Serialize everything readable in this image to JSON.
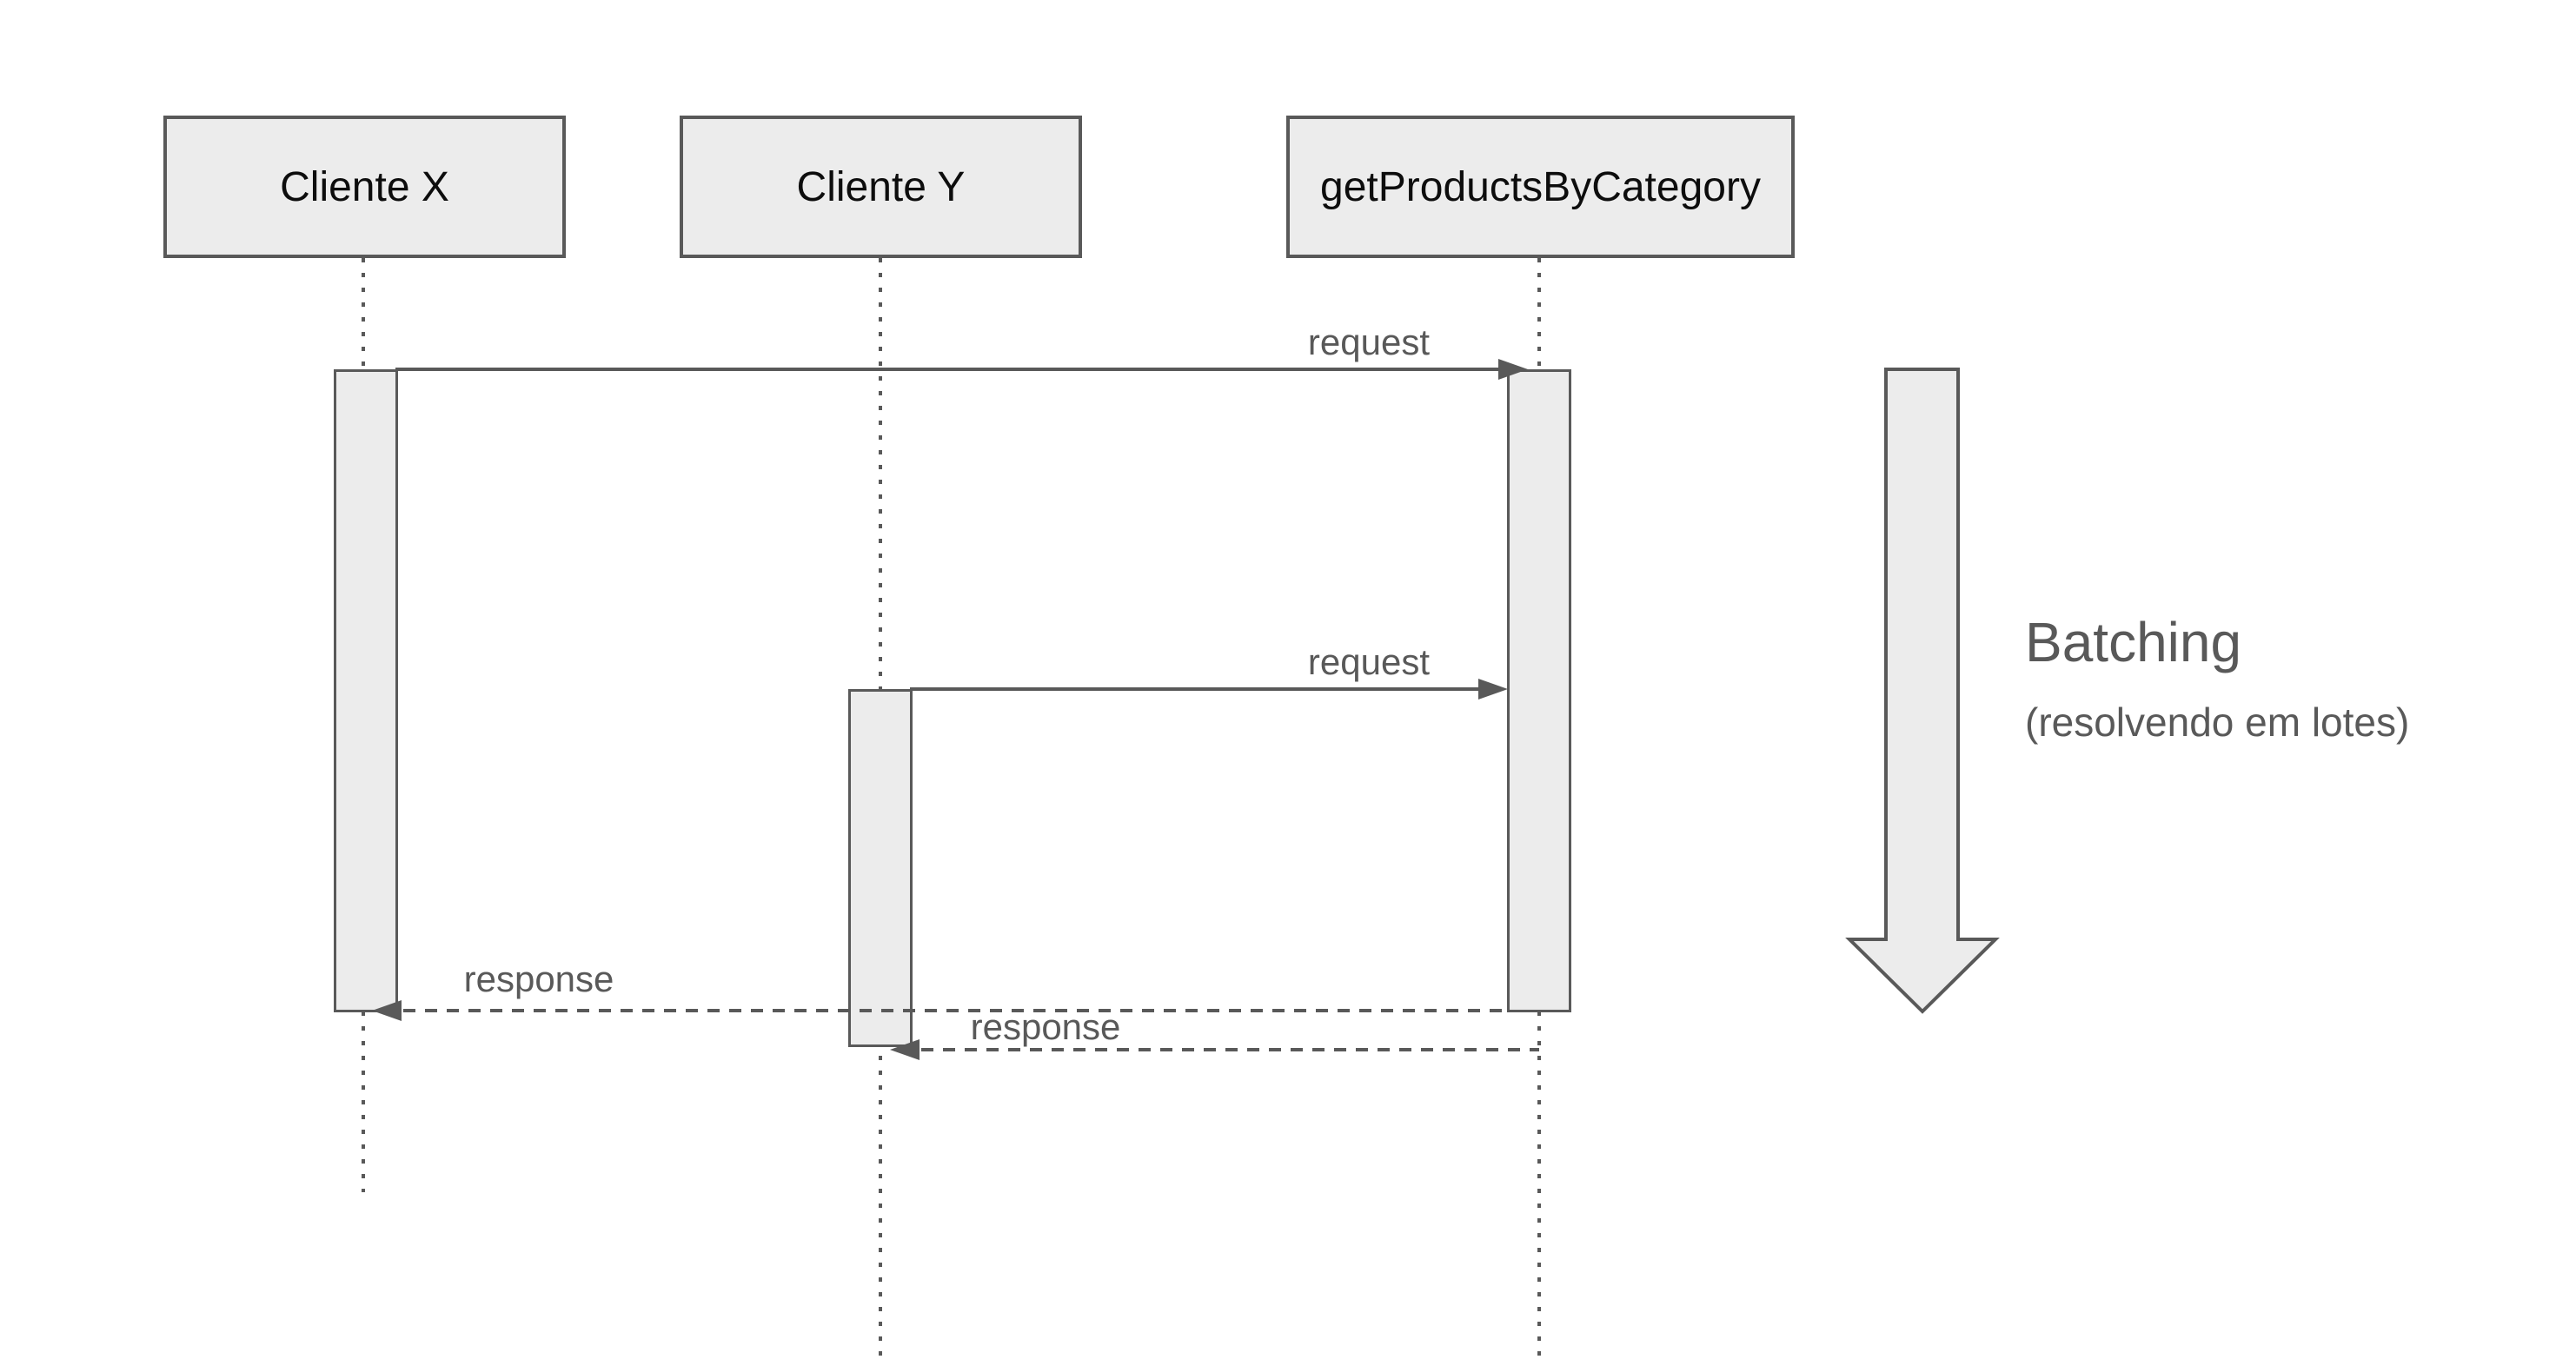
{
  "diagram": {
    "type": "sequence-diagram",
    "actors": [
      {
        "id": "cliente-x",
        "label": "Cliente X"
      },
      {
        "id": "cliente-y",
        "label": "Cliente Y"
      },
      {
        "id": "get-products-by-category",
        "label": "getProductsByCategory"
      }
    ],
    "messages": [
      {
        "from": "Cliente X",
        "to": "getProductsByCategory",
        "label": "request",
        "style": "solid"
      },
      {
        "from": "Cliente Y",
        "to": "getProductsByCategory",
        "label": "request",
        "style": "solid"
      },
      {
        "from": "getProductsByCategory",
        "to": "Cliente X",
        "label": "response",
        "style": "dashed"
      },
      {
        "from": "getProductsByCategory",
        "to": "Cliente Y",
        "label": "response",
        "style": "dashed"
      }
    ],
    "annotation": {
      "title": "Batching",
      "subtitle": "(resolvendo em lotes)"
    },
    "colors": {
      "stroke": "#595959",
      "shape_fill": "#ececec",
      "actor_text": "#0d0d0d",
      "label_text": "#595959",
      "background": "#ffffff"
    }
  }
}
